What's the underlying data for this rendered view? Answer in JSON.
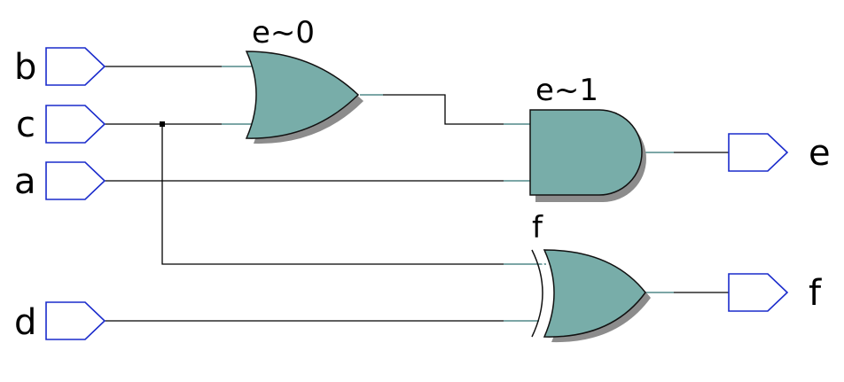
{
  "inputs": [
    {
      "id": "b",
      "label": "b"
    },
    {
      "id": "c",
      "label": "c"
    },
    {
      "id": "a",
      "label": "a"
    },
    {
      "id": "d",
      "label": "d"
    }
  ],
  "outputs": [
    {
      "id": "e",
      "label": "e"
    },
    {
      "id": "f",
      "label": "f"
    }
  ],
  "gates": [
    {
      "id": "or0",
      "type": "OR",
      "label": "e~0"
    },
    {
      "id": "and1",
      "type": "AND",
      "label": "e~1"
    },
    {
      "id": "xor_f",
      "type": "XOR",
      "label": "f"
    }
  ],
  "colors": {
    "gate_fill": "#78ada9",
    "port_stroke": "#1a2bcc",
    "wire": "#000000"
  }
}
